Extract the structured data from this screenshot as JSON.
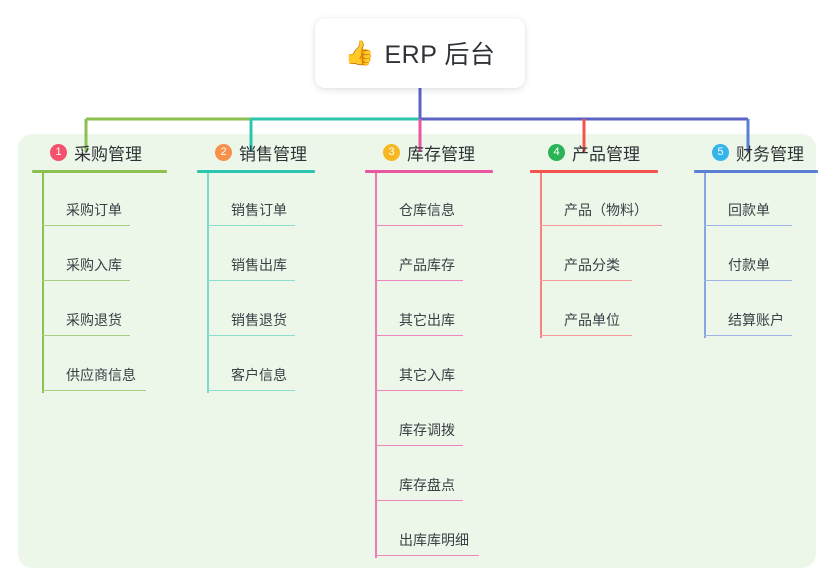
{
  "diagram": {
    "type": "org-tree",
    "root": {
      "icon": "thumbs-up-icon",
      "emoji": "👍",
      "title": "ERP 后台"
    },
    "panel_color": "#edf7e9",
    "columns": [
      {
        "index": "1",
        "badge": "1",
        "badge_color": "#f4516c",
        "line_color": "#8cc152",
        "title": "采购管理",
        "items": [
          "采购订单",
          "采购入库",
          "采购退货",
          "供应商信息"
        ]
      },
      {
        "index": "2",
        "badge": "2",
        "badge_color": "#f7904a",
        "line_color": "#2cc6ae",
        "title": "销售管理",
        "items": [
          "销售订单",
          "销售出库",
          "销售退货",
          "客户信息"
        ]
      },
      {
        "index": "3",
        "badge": "3",
        "badge_color": "#f5b820",
        "line_color": "#e857a0",
        "title": "库存管理",
        "items": [
          "仓库信息",
          "产品库存",
          "其它出库",
          "其它入库",
          "库存调拨",
          "库存盘点",
          "出库库明细"
        ]
      },
      {
        "index": "4",
        "badge": "4",
        "badge_color": "#2bb457",
        "line_color": "#f4534d",
        "title": "产品管理",
        "items": [
          "产品（物料）",
          "产品分类",
          "产品单位"
        ]
      },
      {
        "index": "5",
        "badge": "5",
        "badge_color": "#34b4e8",
        "line_color": "#5b7fd4",
        "title": "财务管理",
        "items": [
          "回款单",
          "付款单",
          "结算账户"
        ]
      }
    ],
    "connector": {
      "stem_color": "#5b63c4",
      "bus_segment_colors": [
        "#8cc152",
        "#2cc6ae",
        "#5b63c4"
      ]
    }
  }
}
